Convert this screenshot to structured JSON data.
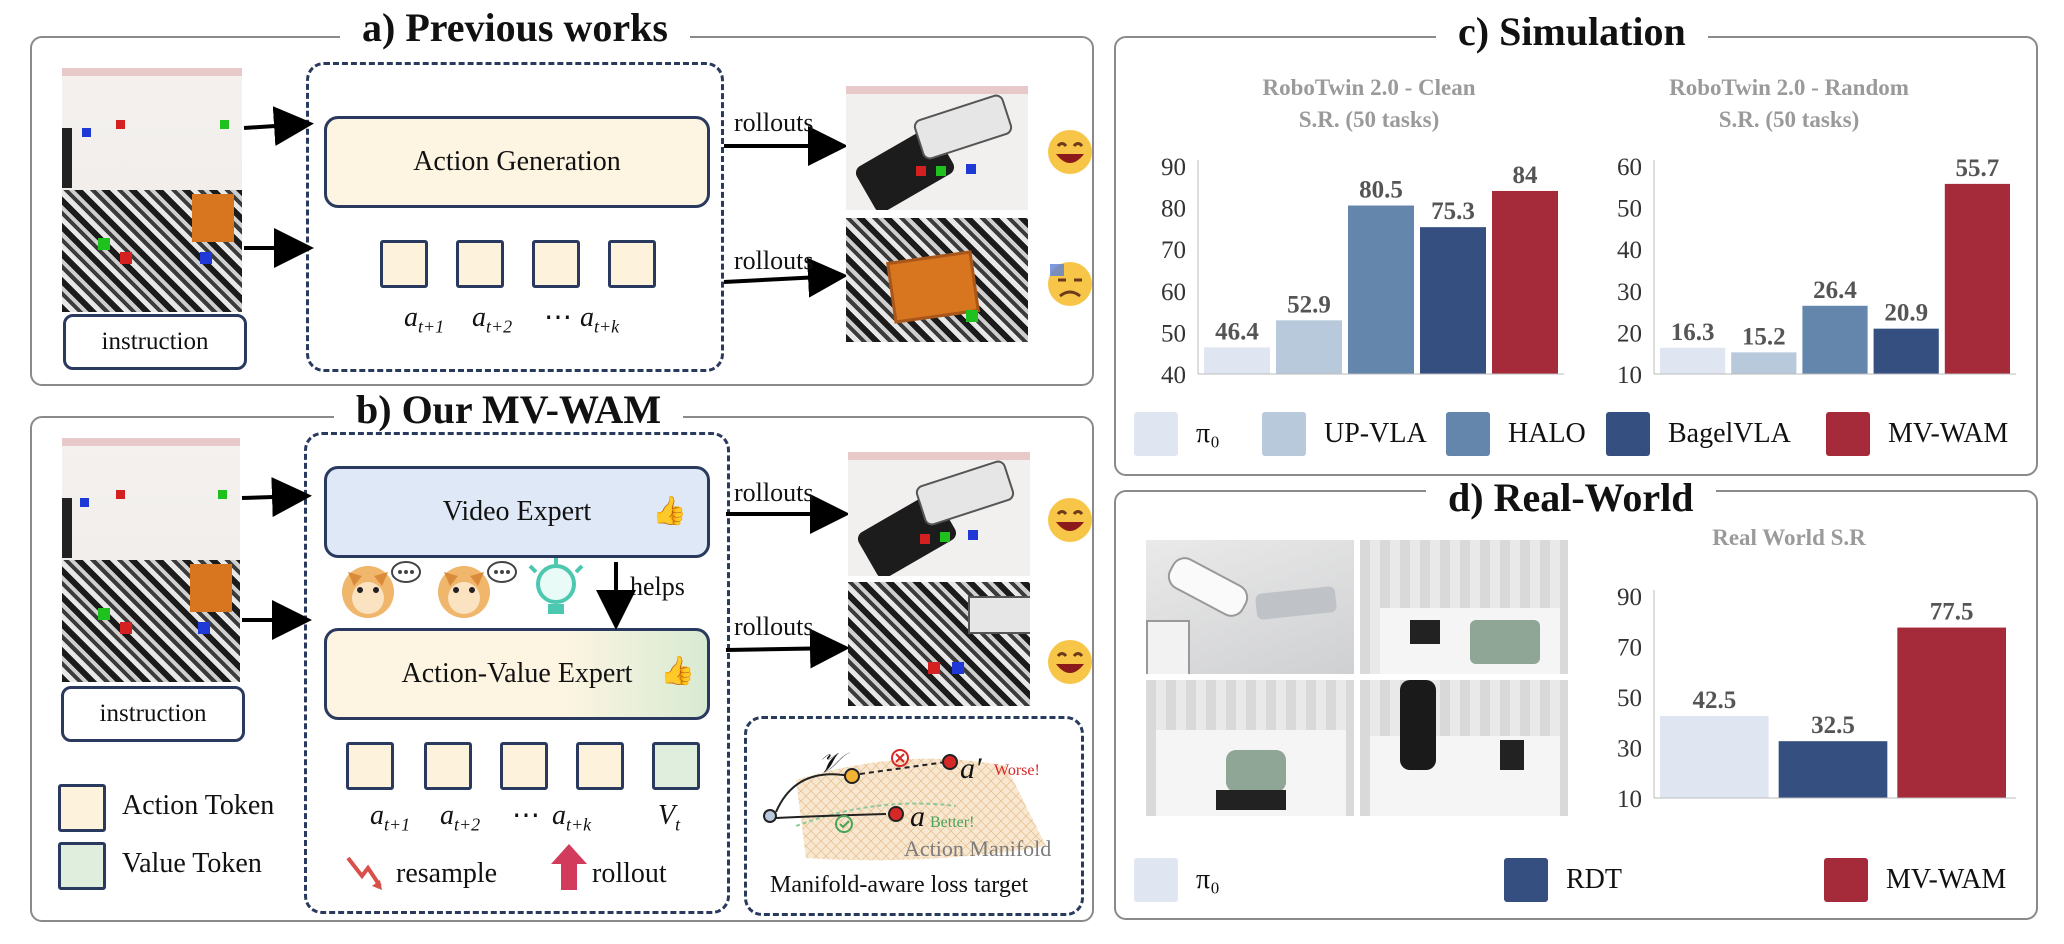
{
  "panel_a": {
    "title": "a) Previous works",
    "action_generation": "Action Generation",
    "tokens": [
      "t+1",
      "t+2",
      "t+k"
    ],
    "token_base": "a",
    "ellipsis": "⋯",
    "rollouts_top": "rollouts",
    "rollouts_bottom": "rollouts",
    "instruction": "instruction"
  },
  "panel_b": {
    "title": "b) Our MV-WAM",
    "video_expert": "Video Expert",
    "action_value_expert": "Action-Value Expert",
    "helps": "helps",
    "tokens": [
      "t+1",
      "t+2",
      "t+k"
    ],
    "token_base": "a",
    "ellipsis": "⋯",
    "value_token_base": "V",
    "value_token_sub": "t",
    "rollouts_top": "rollouts",
    "rollouts_bottom": "rollouts",
    "instruction": "instruction",
    "legend_action_token": "Action Token",
    "legend_value_token": "Value Token",
    "resample": "resample",
    "rollout": "rollout",
    "manifold": {
      "v_label": "𝒱",
      "a_prime_label": "a′",
      "worse": "Worse!",
      "a_label": "a",
      "better": "Better!",
      "action_manifold": "Action Manifold",
      "caption": "Manifold-aware loss target"
    }
  },
  "panel_c": {
    "title": "c) Simulation",
    "legend": [
      {
        "name": "π₀",
        "color": "#dfe6f1"
      },
      {
        "name": "UP-VLA",
        "color": "#b9c9dc"
      },
      {
        "name": "HALO",
        "color": "#6486ac"
      },
      {
        "name": "BagelVLA",
        "color": "#354f80"
      },
      {
        "name": "MV-WAM",
        "color": "#a52a3a"
      }
    ]
  },
  "panel_d": {
    "title": "d) Real-World",
    "legend": [
      {
        "name": "π₀",
        "color": "#dfe6f1"
      },
      {
        "name": "RDT",
        "color": "#354f80"
      },
      {
        "name": "MV-WAM",
        "color": "#a52a3a"
      }
    ]
  },
  "chart_data": [
    {
      "type": "bar",
      "title": "RoboTwin 2.0 - Clean",
      "subtitle": "S.R. (50 tasks)",
      "categories": [
        "π₀",
        "UP-VLA",
        "HALO",
        "BagelVLA",
        "MV-WAM"
      ],
      "values": [
        46.4,
        52.9,
        80.5,
        75.3,
        84
      ],
      "value_labels": [
        "46.4",
        "52.9",
        "80.5",
        "75.3",
        "84"
      ],
      "colors": [
        "#dfe6f1",
        "#b9c9dc",
        "#6486ac",
        "#354f80",
        "#a52a3a"
      ],
      "ylim": [
        40,
        90
      ],
      "yticks": [
        40,
        50,
        60,
        70,
        80,
        90
      ],
      "grid": false
    },
    {
      "type": "bar",
      "title": "RoboTwin 2.0 - Random",
      "subtitle": "S.R. (50 tasks)",
      "categories": [
        "π₀",
        "UP-VLA",
        "HALO",
        "BagelVLA",
        "MV-WAM"
      ],
      "values": [
        16.3,
        15.2,
        26.4,
        20.9,
        55.7
      ],
      "value_labels": [
        "16.3",
        "15.2",
        "26.4",
        "20.9",
        "55.7"
      ],
      "colors": [
        "#dfe6f1",
        "#b9c9dc",
        "#6486ac",
        "#354f80",
        "#a52a3a"
      ],
      "ylim": [
        10,
        60
      ],
      "yticks": [
        10,
        20,
        30,
        40,
        50,
        60
      ],
      "grid": false
    },
    {
      "type": "bar",
      "title": "Real World S.R",
      "categories": [
        "π₀",
        "RDT",
        "MV-WAM"
      ],
      "values": [
        42.5,
        32.5,
        77.5
      ],
      "value_labels": [
        "42.5",
        "32.5",
        "77.5"
      ],
      "colors": [
        "#dfe6f1",
        "#354f80",
        "#a52a3a"
      ],
      "ylim": [
        10,
        90
      ],
      "yticks": [
        10,
        30,
        50,
        70,
        90
      ],
      "grid": false
    }
  ]
}
